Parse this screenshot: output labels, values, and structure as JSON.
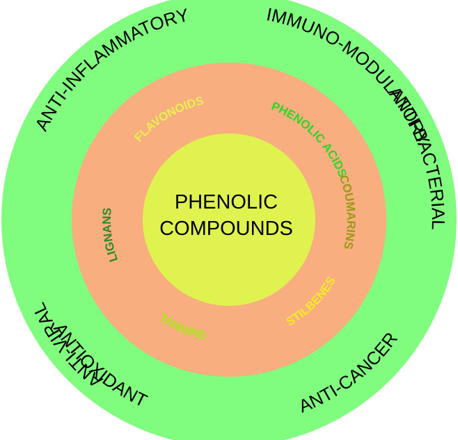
{
  "center": {
    "line1": "PHENOLIC",
    "line2": "COMPOUNDS"
  },
  "classes": {
    "flavonoids": "FLAVONOIDS",
    "phenolic_acids": "PHENOLIC ACIDS",
    "coumarins": "COUMARINS",
    "tannins": "TANNINS",
    "stilbenes": "STILBENES",
    "lignans": "LIGNANS"
  },
  "activities": {
    "anti_inflammatory": "ANTI-INFLAMMATORY",
    "immuno_modulatory": "IMMUNO-MODULATORY",
    "anti_bacterial": "ANTI-BACTERIAL",
    "antioxidant": "ANTIOXIDANT",
    "anti_cancer": "ANTI-CANCER",
    "anti_viral": "ANTI-VIRAL"
  },
  "colors": {
    "outer_ring": "#80FC7E",
    "middle_ring": "#F8AE7E",
    "center_disc": "#E0F24F",
    "flavonoids": "#E8F050",
    "phenolic_acids": "#2AD82A",
    "coumarins": "#9A9A18",
    "tannins": "#A8E81A",
    "stilbenes": "#F4EC28",
    "lignans": "#2A8A2A"
  }
}
